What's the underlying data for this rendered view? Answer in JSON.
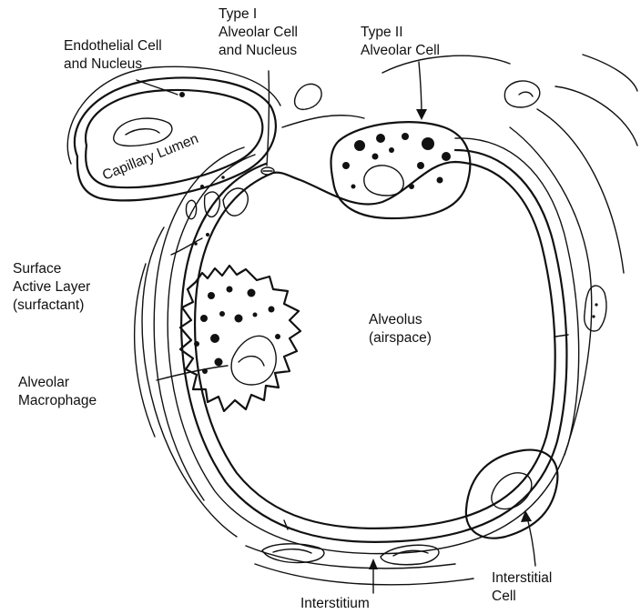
{
  "labels": {
    "endothelial_line1": "Endothelial Cell",
    "endothelial_line2": "and Nucleus",
    "type1_line1": "Type I",
    "type1_line2": "Alveolar Cell",
    "type1_line3": "and Nucleus",
    "type2_line1": "Type II",
    "type2_line2": "Alveolar Cell",
    "capillary_lumen": "Capillary Lumen",
    "surface_line1": "Surface",
    "surface_line2": "Active Layer",
    "surface_line3": "(surfactant)",
    "alveolus_line1": "Alveolus",
    "alveolus_line2": "(airspace)",
    "macrophage_line1": "Alveolar",
    "macrophage_line2": "Macrophage",
    "interstitial_cell_line1": "Interstitial",
    "interstitial_cell_line2": "Cell",
    "interstitium": "Interstitium"
  }
}
